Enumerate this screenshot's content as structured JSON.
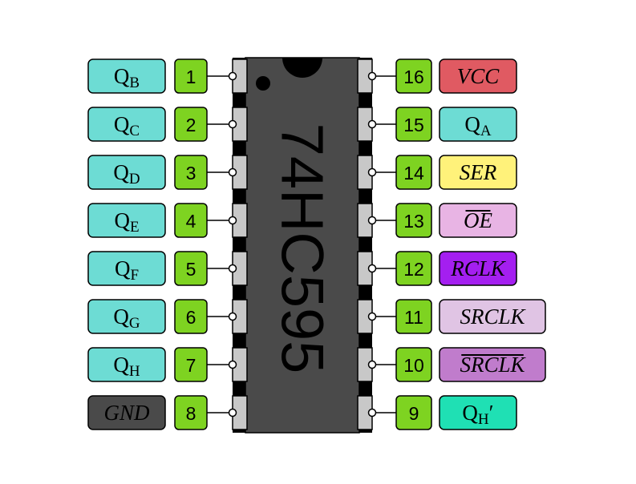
{
  "chip": {
    "name": "74HC595",
    "body_color": "#4a4a4a",
    "pin_color": "#c8c8c8"
  },
  "pins_left": [
    {
      "number": "1",
      "label": "Q",
      "sub": "B",
      "italic": false,
      "overline": false,
      "color": "#6ddcd4"
    },
    {
      "number": "2",
      "label": "Q",
      "sub": "C",
      "italic": false,
      "overline": false,
      "color": "#6ddcd4"
    },
    {
      "number": "3",
      "label": "Q",
      "sub": "D",
      "italic": false,
      "overline": false,
      "color": "#6ddcd4"
    },
    {
      "number": "4",
      "label": "Q",
      "sub": "E",
      "italic": false,
      "overline": false,
      "color": "#6ddcd4"
    },
    {
      "number": "5",
      "label": "Q",
      "sub": "F",
      "italic": false,
      "overline": false,
      "color": "#6ddcd4"
    },
    {
      "number": "6",
      "label": "Q",
      "sub": "G",
      "italic": false,
      "overline": false,
      "color": "#6ddcd4"
    },
    {
      "number": "7",
      "label": "Q",
      "sub": "H",
      "italic": false,
      "overline": false,
      "color": "#6ddcd4"
    },
    {
      "number": "8",
      "label": "GND",
      "sub": "",
      "italic": true,
      "overline": false,
      "color": "#4a4a4a"
    }
  ],
  "pins_right": [
    {
      "number": "16",
      "label": "VCC",
      "sub": "",
      "italic": true,
      "overline": false,
      "color": "#e05a62"
    },
    {
      "number": "15",
      "label": "Q",
      "sub": "A",
      "italic": false,
      "overline": false,
      "color": "#6ddcd4"
    },
    {
      "number": "14",
      "label": "SER",
      "sub": "",
      "italic": true,
      "overline": false,
      "color": "#fff27a"
    },
    {
      "number": "13",
      "label": "OE",
      "sub": "",
      "italic": true,
      "overline": true,
      "color": "#e8b4e4"
    },
    {
      "number": "12",
      "label": "RCLK",
      "sub": "",
      "italic": true,
      "overline": false,
      "color": "#a41ff0"
    },
    {
      "number": "11",
      "label": "SRCLK",
      "sub": "",
      "italic": true,
      "overline": false,
      "color": "#e0c4e4"
    },
    {
      "number": "10",
      "label": "SRCLK",
      "sub": "",
      "italic": true,
      "overline": true,
      "color": "#c07ccc"
    },
    {
      "number": "9",
      "label": "Q",
      "sub": "H",
      "suffix": "′",
      "italic": false,
      "overline": false,
      "color": "#1fe0b4"
    }
  ],
  "colors": {
    "pin_number_box": "#7ed321",
    "outline": "#000000"
  }
}
